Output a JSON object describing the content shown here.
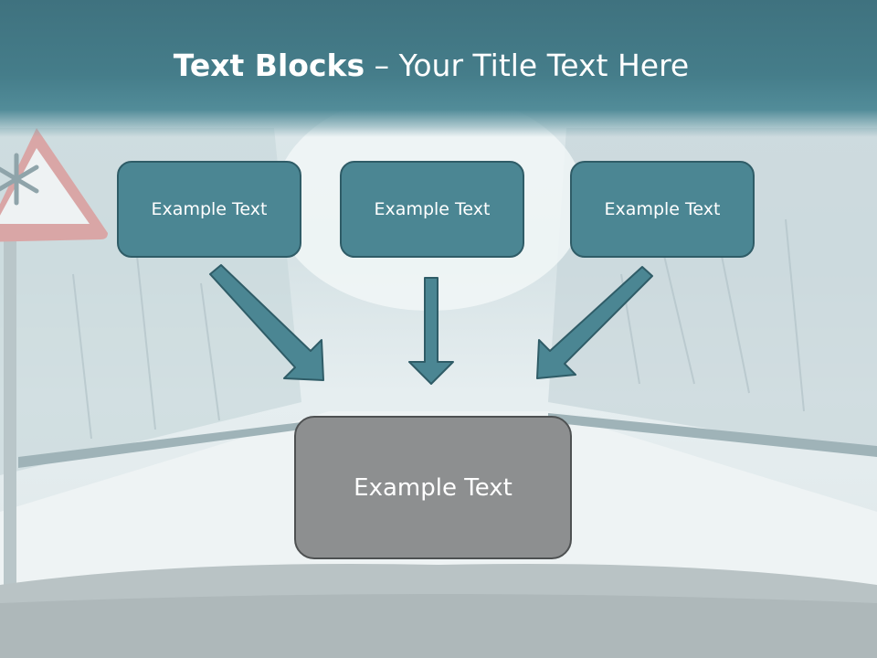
{
  "title": {
    "bold": "Text Blocks",
    "dash": " – ",
    "rest": "Your Title Text Here"
  },
  "boxes": {
    "top": [
      {
        "label": "Example Text"
      },
      {
        "label": "Example Text"
      },
      {
        "label": "Example Text"
      }
    ],
    "bottom": {
      "label": "Example Text"
    }
  },
  "colors": {
    "title_band": "#457d8a",
    "top_box_fill": "#4b8693",
    "bottom_box_fill": "#8d8f90",
    "arrow_fill": "#4b8693"
  }
}
